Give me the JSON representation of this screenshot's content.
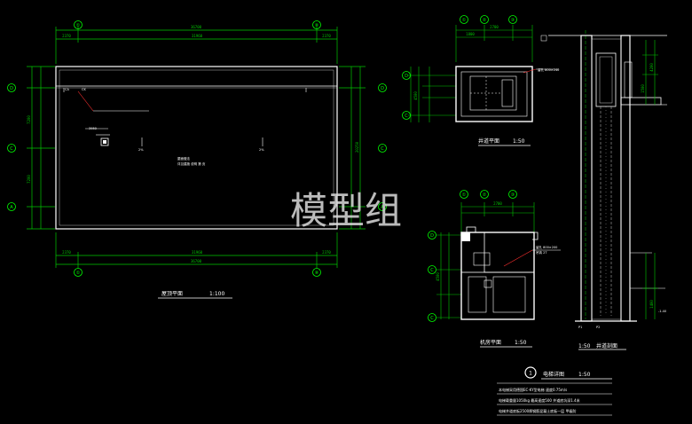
{
  "watermark": "模型组",
  "floor_plan": {
    "title": "屋顶平面",
    "scale": "1:100",
    "axis_top_left": "①",
    "axis_top_right": "⑧",
    "axis_bottom_left": "①",
    "axis_bottom_right": "⑧",
    "axis_left_top": "D",
    "axis_left_mid": "C",
    "axis_left_bottom": "A",
    "axis_right_top": "D",
    "axis_right_mid": "C",
    "axis_right_bottom": "A",
    "dim_top_total": "36700",
    "dim_top_left": "2370",
    "dim_top_mid": "31960",
    "dim_top_right": "2370",
    "dim_bottom_left": "2370",
    "dim_bottom_mid": "31960",
    "dim_bottom_right": "2370",
    "dim_bottom_total": "36700",
    "dim_left_a": "7200",
    "dim_left_b": "7200",
    "dim_right_total": "20250",
    "note_small": "3950",
    "note_center": "屋面做法",
    "note_center2": "详见建施 说明 第 页",
    "slope_l": "2%",
    "slope_r": "2%",
    "label_ca": "CA",
    "label_ck": "CK"
  },
  "shaft_plan": {
    "title": "井道平面",
    "scale": "1:50",
    "axis_a": "①",
    "axis_b": "②",
    "axis_c": "③",
    "axis_row_d": "D",
    "axis_row_c": "C",
    "dim_top": "2700",
    "dim_top2": "1800",
    "dim_total": "4500",
    "note": "留孔 800×240"
  },
  "machine_plan": {
    "title": "机房平面",
    "scale": "1:50",
    "axis_a": "①",
    "axis_b": "②",
    "axis_c": "③",
    "axis_row_d": "D",
    "axis_row_c": "C",
    "axis_row_b": "C",
    "dim_top": "2700",
    "dim_left": "4500",
    "note1": "留孔 800×200",
    "note2": "吊钩 2T"
  },
  "shaft_section": {
    "title": "井道剖面",
    "scale": "1:50",
    "dim_a": "4200",
    "dim_b": "1500",
    "dim_c": "1400",
    "pit_label_l": "P1",
    "pit_label_r": "P2",
    "elev": "-1.40"
  },
  "legend": {
    "number": "1",
    "title": "电梯详图",
    "scale": "1:50",
    "line1": "本电梯采用德国EC-KY型电梯 速度0.75m/s",
    "line2": "电梯载重量1050kg 最高速度500 井道底坑深1.4米",
    "line3": "电梯井道底板2500厚钢筋混凝土底板一层 甲级防"
  },
  "colors": {
    "background": "#000000",
    "line": "#ffffff",
    "dim": "#00c800",
    "axis": "#00ff00",
    "text": "#ffffff",
    "watermark": "#dcdcdc",
    "accent": "#ff3030"
  }
}
